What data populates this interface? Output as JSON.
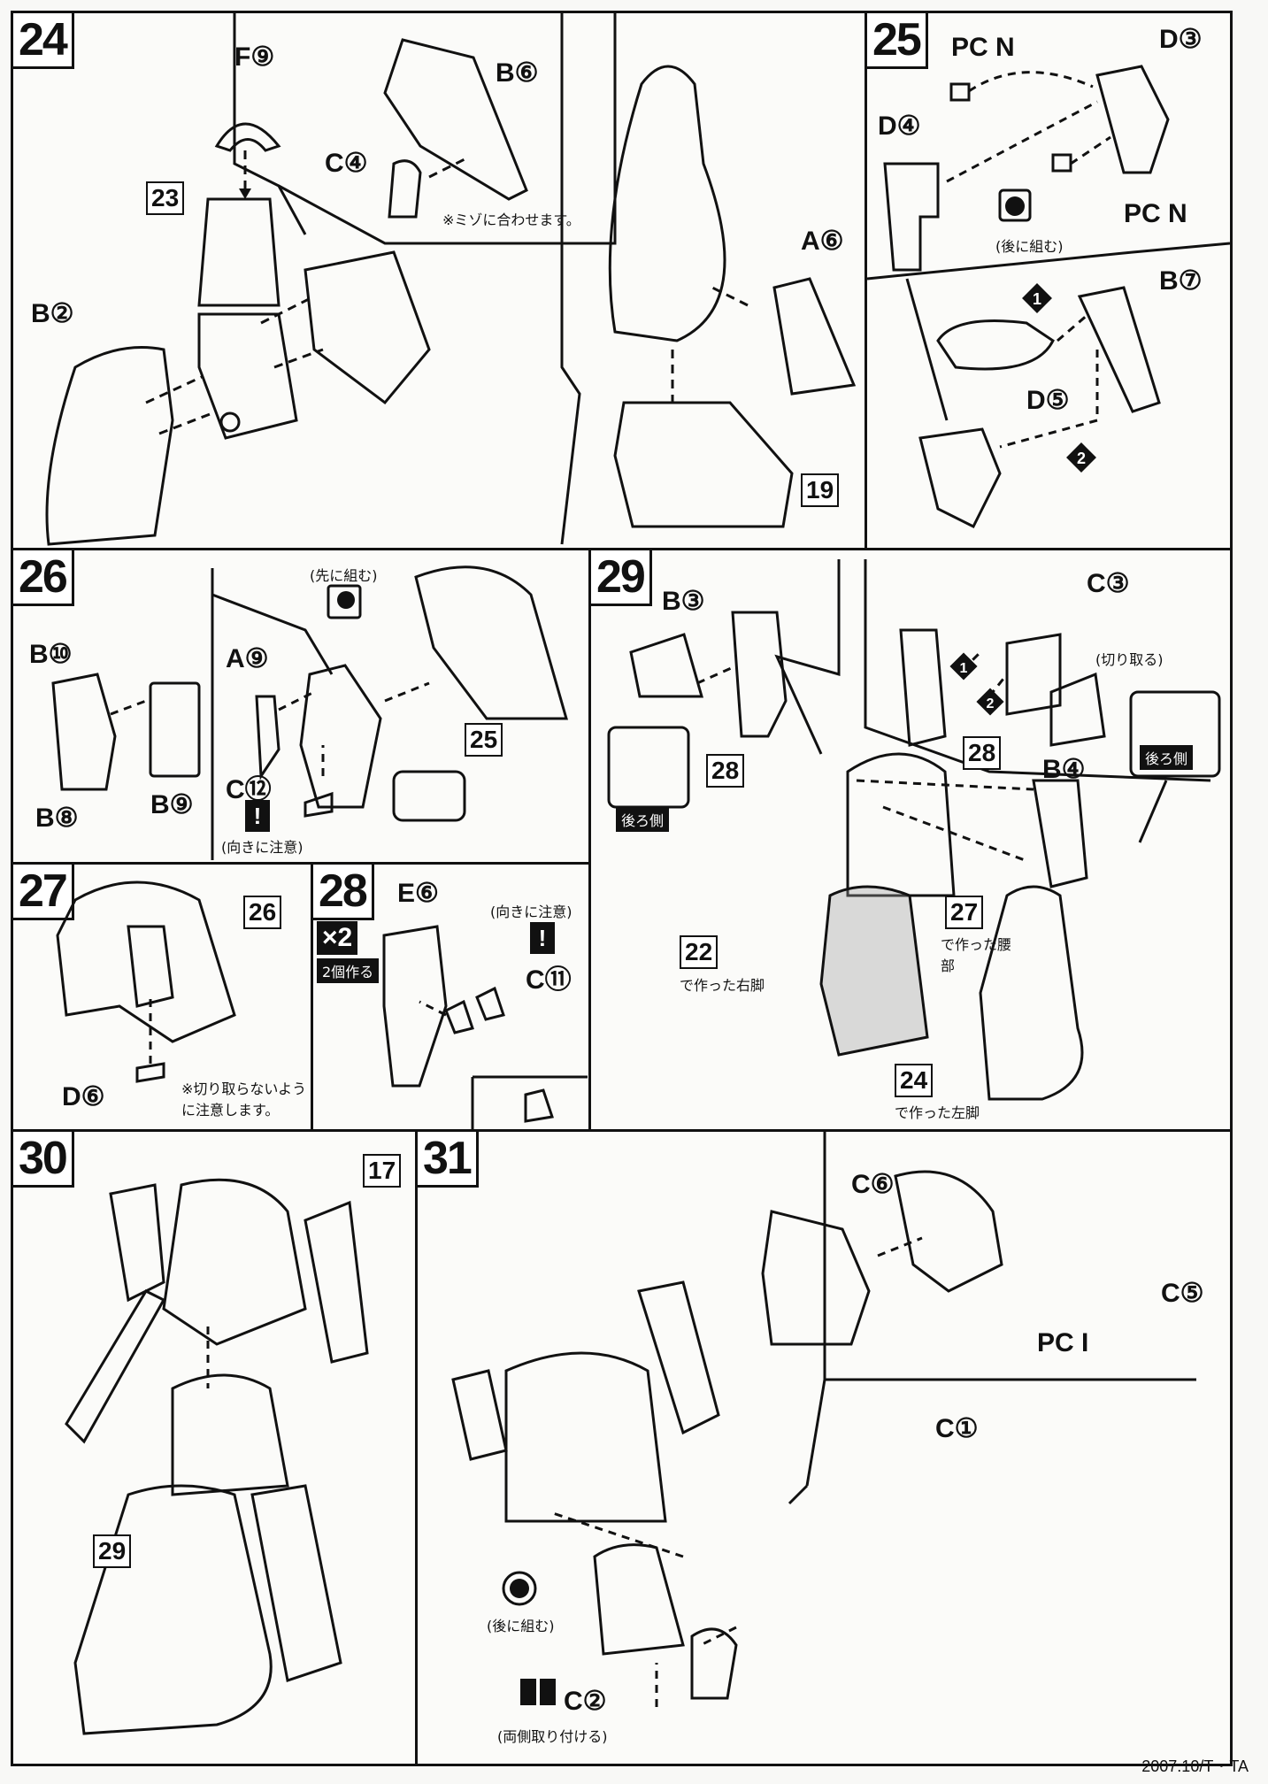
{
  "footer": "2007.10/T・TA",
  "step24": {
    "step": "24",
    "parts": {
      "f9": "F⑨",
      "b6": "B⑥",
      "c4": "C④",
      "b2": "B②",
      "a6": "A⑥"
    },
    "ref23": "23",
    "ref19": "19",
    "note": "※ミゾに合わせます。"
  },
  "step25": {
    "step": "25",
    "parts": {
      "pcn1": "PC N",
      "d3": "D③",
      "d4": "D④",
      "pcn2": "PC N",
      "b7": "B⑦",
      "d5": "D⑤"
    },
    "note": "(後に組む)",
    "order": [
      "1",
      "2"
    ]
  },
  "step26": {
    "step": "26",
    "parts": {
      "b10": "B⑩",
      "b8": "B⑧",
      "b9": "B⑨",
      "a9": "A⑨",
      "c12": "C⑫"
    },
    "ref25": "25",
    "note_first": "(先に組む)",
    "note_dir": "(向きに注意)"
  },
  "step27": {
    "step": "27",
    "ref26": "26",
    "parts": {
      "d6": "D⑥"
    },
    "note": "※切り取らないように注意します。"
  },
  "step28": {
    "step": "28",
    "badge": "×2",
    "badge_note": "2個作る",
    "parts": {
      "e6": "E⑥",
      "c11": "C⑪"
    },
    "note": "(向きに注意)"
  },
  "step29": {
    "step": "29",
    "parts": {
      "b3": "B③",
      "c3": "C③",
      "b4": "B④"
    },
    "ref28a": "28",
    "ref28b": "28",
    "back1": "後ろ側",
    "back2": "後ろ側",
    "cut": "(切り取る)",
    "ref22": "22",
    "ref22_note": "で作った右脚",
    "ref27": "27",
    "ref27_note": "で作った腰部",
    "ref24": "24",
    "ref24_note": "で作った左脚",
    "order": [
      "1",
      "2"
    ]
  },
  "step30": {
    "step": "30",
    "ref17": "17",
    "ref29": "29"
  },
  "step31": {
    "step": "31",
    "parts": {
      "c6": "C⑥",
      "c5": "C⑤",
      "pci": "PC I",
      "c1": "C①",
      "c2": "C②"
    },
    "note_later": "(後に組む)",
    "note_both": "(両側取り付ける)"
  }
}
